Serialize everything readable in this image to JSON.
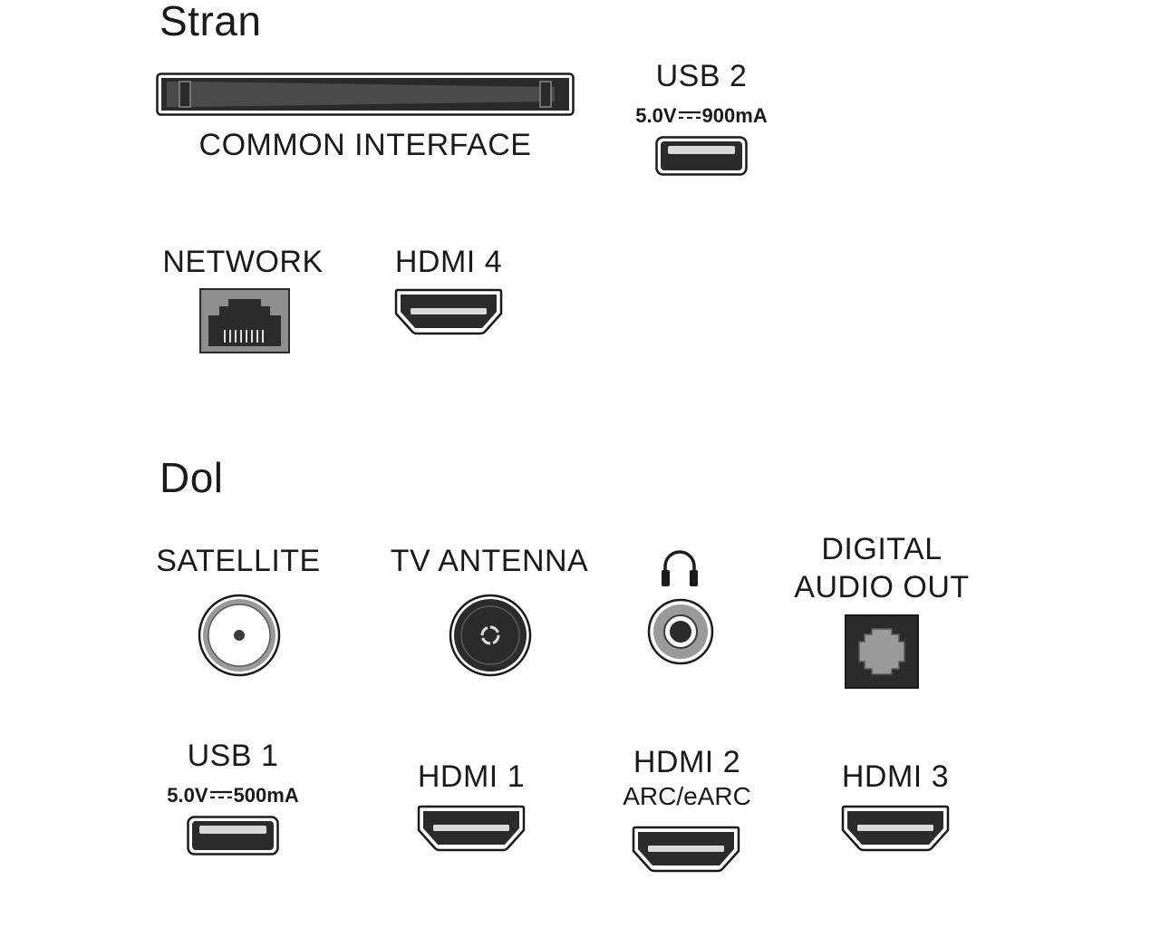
{
  "sections": {
    "top": {
      "title": "Stran",
      "common_interface": {
        "label": "COMMON INTERFACE",
        "icon": "ci-slot-icon"
      },
      "usb2": {
        "label": "USB 2",
        "voltage": "5.0V",
        "current": "900mA",
        "icon": "usb-port-icon"
      },
      "network": {
        "label": "NETWORK",
        "icon": "ethernet-port-icon"
      },
      "hdmi4": {
        "label": "HDMI 4",
        "icon": "hdmi-port-icon"
      }
    },
    "bottom": {
      "title": "Dol",
      "satellite": {
        "label": "SATELLITE",
        "icon": "satellite-f-connector-icon"
      },
      "tv_antenna": {
        "label": "TV ANTENNA",
        "icon": "antenna-coax-icon"
      },
      "headphone": {
        "icon": "headphone-icon",
        "jack_icon": "audio-jack-icon"
      },
      "digital_audio_out": {
        "label_line1": "DIGITAL",
        "label_line2": "AUDIO OUT",
        "icon": "optical-port-icon"
      },
      "usb1": {
        "label": "USB 1",
        "voltage": "5.0V",
        "current": "500mA",
        "icon": "usb-port-icon"
      },
      "hdmi1": {
        "label": "HDMI 1",
        "icon": "hdmi-port-icon"
      },
      "hdmi2": {
        "label": "HDMI 2",
        "sublabel": "ARC/eARC",
        "icon": "hdmi-port-icon"
      },
      "hdmi3": {
        "label": "HDMI 3",
        "icon": "hdmi-port-icon"
      }
    }
  },
  "colors": {
    "text": "#1a1a1a",
    "port_dark": "#2b2b2b",
    "port_gray": "#9a9a9a"
  }
}
